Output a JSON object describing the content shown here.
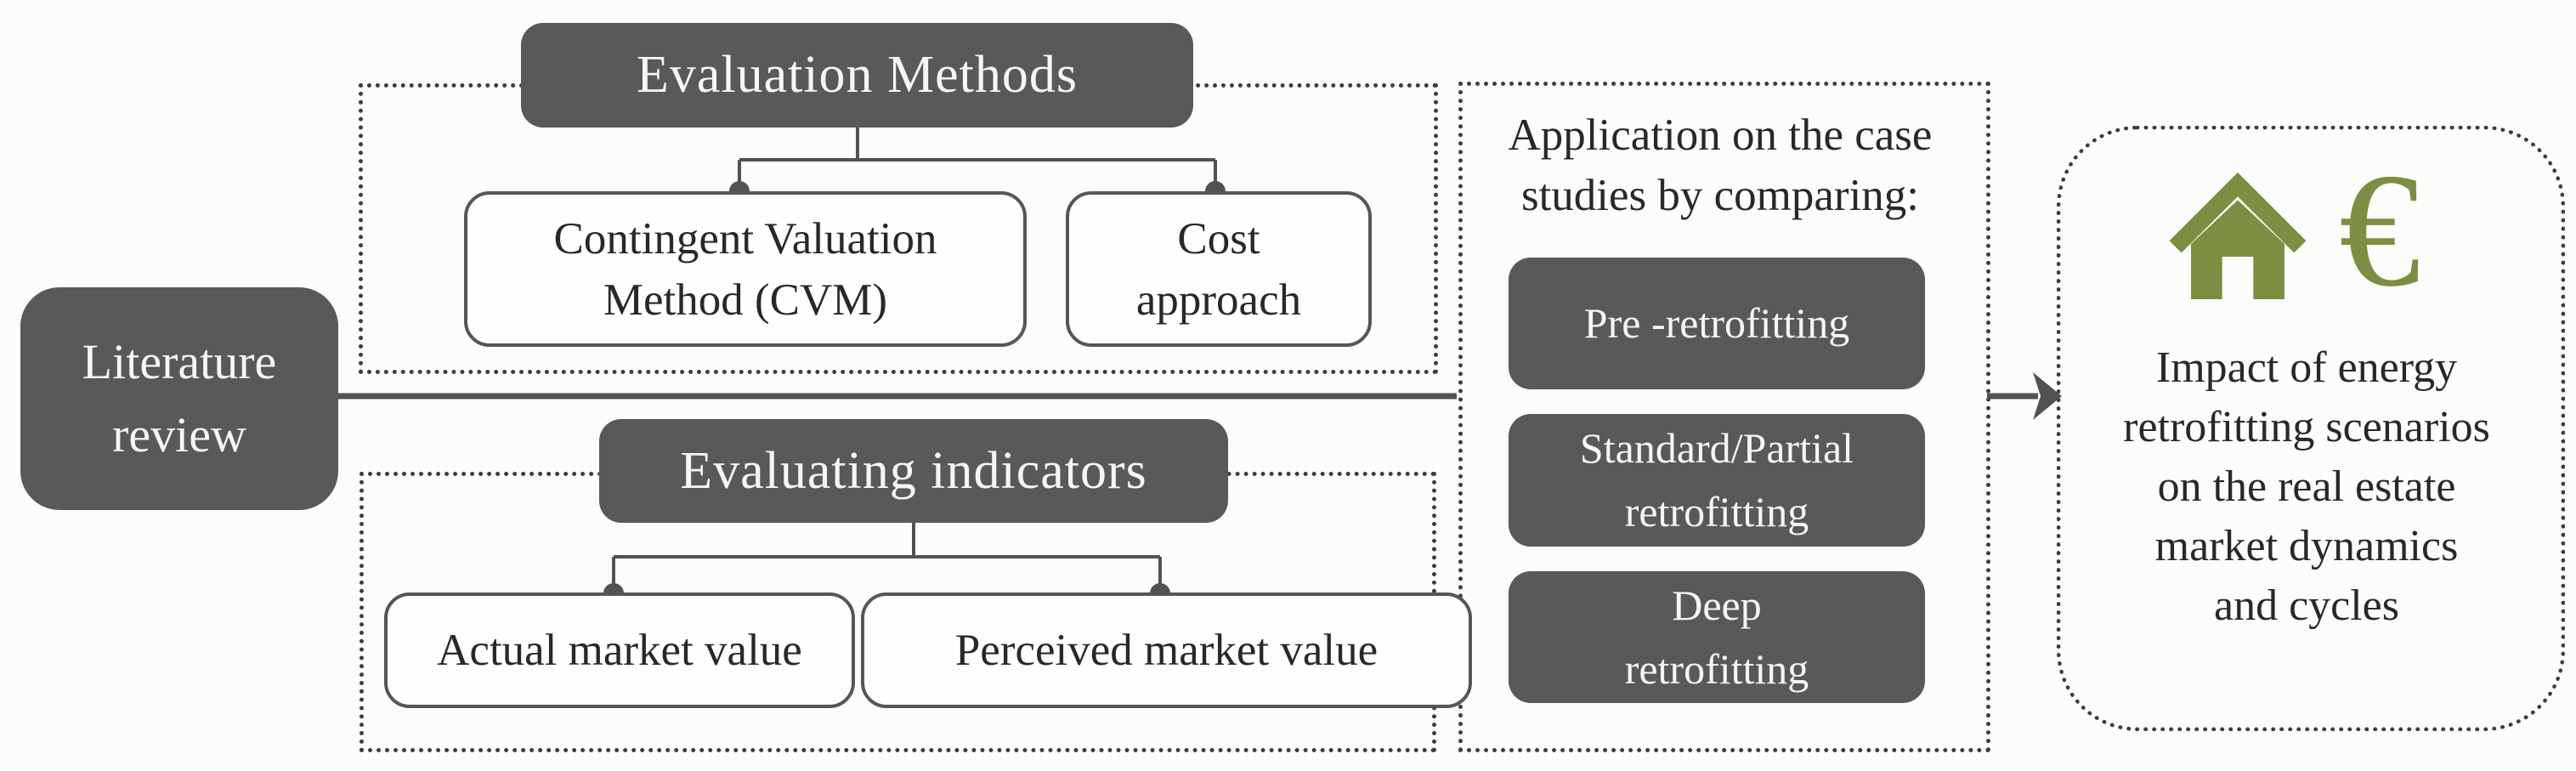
{
  "diagram": {
    "literature": {
      "line1": "Literature",
      "line2": "review"
    },
    "methods": {
      "title": "Evaluation Methods",
      "cvm_line1": "Contingent Valuation",
      "cvm_line2": "Method (CVM)",
      "cost_line1": "Cost",
      "cost_line2": "approach"
    },
    "indicators": {
      "title": "Evaluating indicators",
      "actual": "Actual market value",
      "perceived": "Perceived market value"
    },
    "application": {
      "heading_line1": "Application on the case",
      "heading_line2": "studies by comparing:",
      "item1": "Pre -retrofitting",
      "item2_line1": "Standard/Partial",
      "item2_line2": "retrofitting",
      "item3_line1": "Deep",
      "item3_line2": "retrofitting"
    },
    "outcome": {
      "euro_symbol": "€",
      "line1": "Impact of energy",
      "line2": "retrofitting scenarios",
      "line3": "on the real estate",
      "line4": "market dynamics",
      "line5": "and cycles"
    },
    "colors": {
      "box_dark": "#58595b",
      "accent_green": "#7c8e41",
      "connector": "#515254",
      "text_dark": "#282828",
      "dotted_border": "#3d3d3d",
      "background": "#fcfcfa"
    }
  }
}
